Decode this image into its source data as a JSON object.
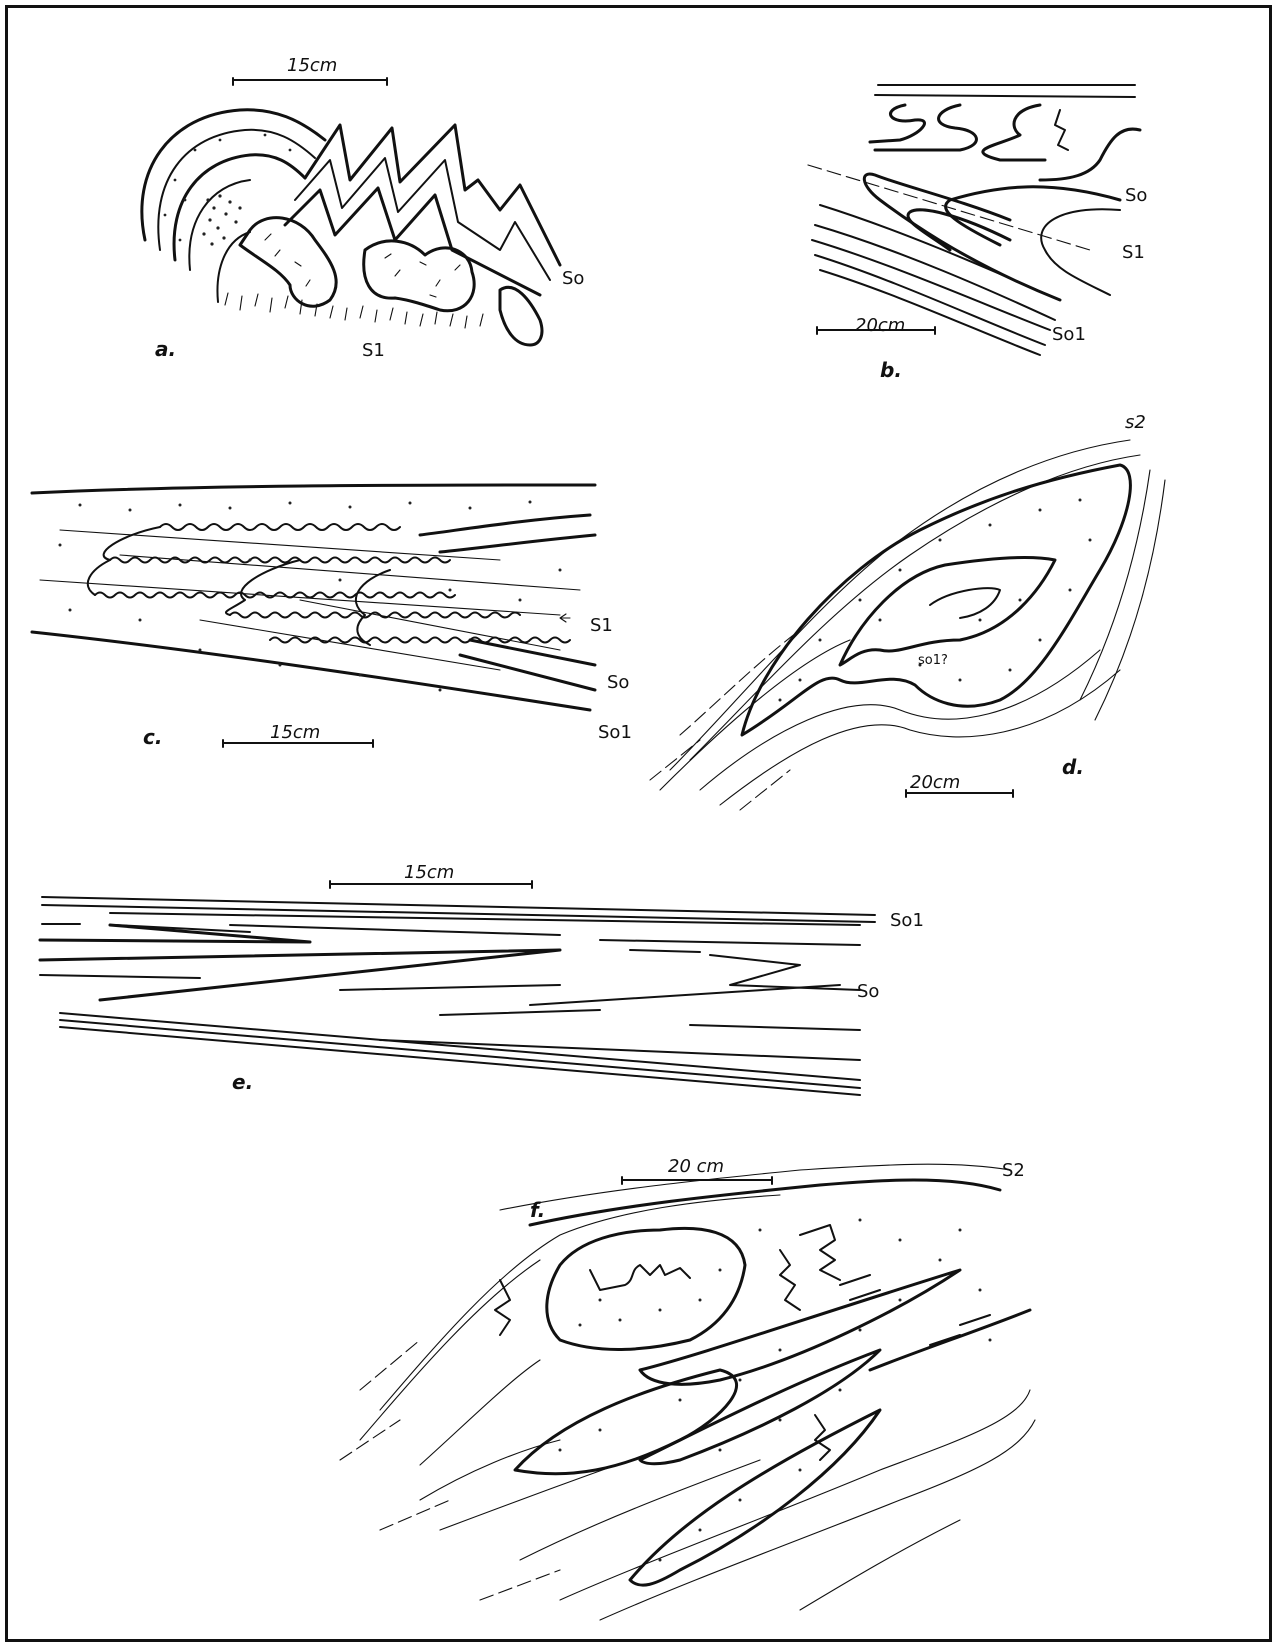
{
  "panels": {
    "a": {
      "letter": "a.",
      "scale": "15cm",
      "labels": {
        "s0": "So",
        "s1": "S1"
      }
    },
    "b": {
      "letter": "b.",
      "scale": "20cm",
      "labels": {
        "s0": "So",
        "s1": "S1",
        "s01": "So1"
      }
    },
    "c": {
      "letter": "c.",
      "scale": "15cm",
      "labels": {
        "s1": "S1",
        "s0": "So",
        "s01": "So1"
      }
    },
    "d": {
      "letter": "d.",
      "scale": "20cm",
      "labels": {
        "s2": "s2",
        "s01": "so1?"
      }
    },
    "e": {
      "letter": "e.",
      "scale": "15cm",
      "labels": {
        "s01": "So1",
        "s0": "So"
      }
    },
    "f": {
      "letter": "f.",
      "scale": "20 cm",
      "labels": {
        "s2": "S2"
      }
    }
  },
  "colors": {
    "ink": "#111111",
    "background": "#ffffff"
  }
}
